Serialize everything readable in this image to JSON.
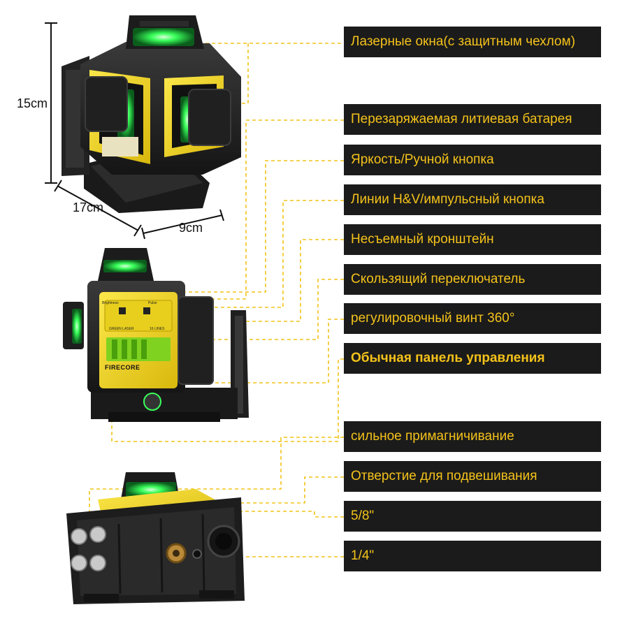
{
  "dimensions": {
    "height": "15cm",
    "length": "17cm",
    "width": "9cm"
  },
  "features": [
    {
      "label": "Лазерные окна(с защитным чехлом)",
      "bold": false
    },
    {
      "label": "Перезаряжаемая литиевая батарея",
      "bold": false
    },
    {
      "label": "Яркость/Ручной кнопка",
      "bold": false
    },
    {
      "label": "Линии H&V/импульсный кнопка",
      "bold": false
    },
    {
      "label": "Несъемный кронштейн",
      "bold": false
    },
    {
      "label": "Скользящий переключатель",
      "bold": false
    },
    {
      "label": "регулировочный винт 360°",
      "bold": false
    },
    {
      "label": "Обычная панель управления",
      "bold": true
    },
    {
      "label": "сильное примагничивание",
      "bold": false
    },
    {
      "label": "Отверстие для подвешивания",
      "bold": false
    },
    {
      "label": "5/8\"",
      "bold": false
    },
    {
      "label": "1/4\"",
      "bold": false
    }
  ],
  "brand": "FIRECORE",
  "panel_text": {
    "brightness": "Brightness",
    "pulse": "Pulse",
    "model": "GREEN LASER",
    "lines": "16 LINES"
  },
  "colors": {
    "label_bg": "#1b1b1b",
    "label_text": "#f4c21a",
    "laser_green": "#39ff5a",
    "body_yellow": "#f2d81a",
    "body_dark": "#222222",
    "leader_line": "#f2c318"
  }
}
